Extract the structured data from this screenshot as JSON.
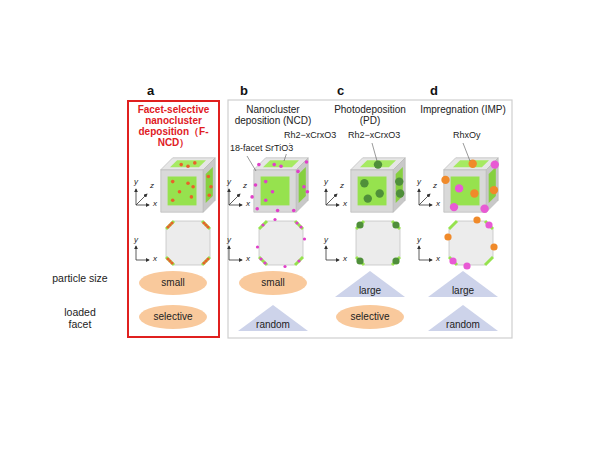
{
  "diagram": {
    "nodes": [
      {
        "text": [
          "Facet-selective nanocluster deposition（F-NCD）"
        ]
      },
      {
        "text": [
          "small"
        ],
        "in": 0
      },
      {
        "text": [
          "selective"
        ],
        "in": 0
      },
      {
        "text": [
          "small"
        ]
      },
      {
        "text": [
          "random"
        ]
      },
      {
        "text": [
          "large"
        ]
      },
      {
        "text": [
          "selective"
        ]
      },
      {
        "text": [
          "large"
        ]
      },
      {
        "text": [
          "random"
        ]
      }
    ],
    "labels": [
      "a",
      "b",
      "c",
      "d",
      "Nanocluster deposition (NCD)",
      "Photodeposition (PD)",
      "Impregnation (IMP)",
      "Rh2−xCrxO3",
      "18-facet SrTiO3",
      "Rh2−xCrxO3",
      "RhxOy",
      "particle size",
      "loaded facet",
      "y",
      "z",
      "x",
      "y",
      "x",
      "y",
      "z",
      "x",
      "y",
      "x",
      "y",
      "z",
      "x",
      "y",
      "x",
      "y",
      "z",
      "x",
      "y",
      "x"
    ]
  }
}
